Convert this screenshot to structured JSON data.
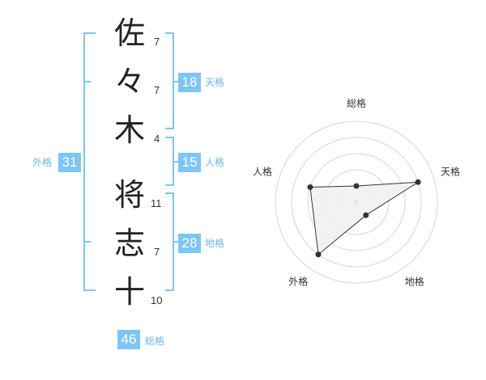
{
  "name": {
    "characters": [
      {
        "char": "佐",
        "strokes": "7"
      },
      {
        "char": "々",
        "strokes": "7"
      },
      {
        "char": "木",
        "strokes": "4"
      },
      {
        "char": "将",
        "strokes": "11"
      },
      {
        "char": "志",
        "strokes": "7"
      },
      {
        "char": "十",
        "strokes": "10"
      }
    ]
  },
  "kakusu": {
    "tenkaku": {
      "value": "18",
      "label": "天格"
    },
    "jinkaku": {
      "value": "15",
      "label": "人格"
    },
    "chikaku": {
      "value": "28",
      "label": "地格"
    },
    "gaikaku": {
      "value": "31",
      "label": "外格"
    },
    "soukaku": {
      "value": "46",
      "label": "総格"
    }
  },
  "radar": {
    "axes": [
      "総格",
      "天格",
      "地格",
      "外格",
      "人格"
    ],
    "scores": [
      0.2,
      0.8,
      0.2,
      0.8,
      0.6
    ],
    "colors": {
      "fill": "#f0f0f0",
      "line": "#333333",
      "grid": "#d6d6d6",
      "center": "#bbbbbb"
    }
  },
  "colors": {
    "accent": "#7cc6f6",
    "bracket": "#7cc6f6"
  }
}
